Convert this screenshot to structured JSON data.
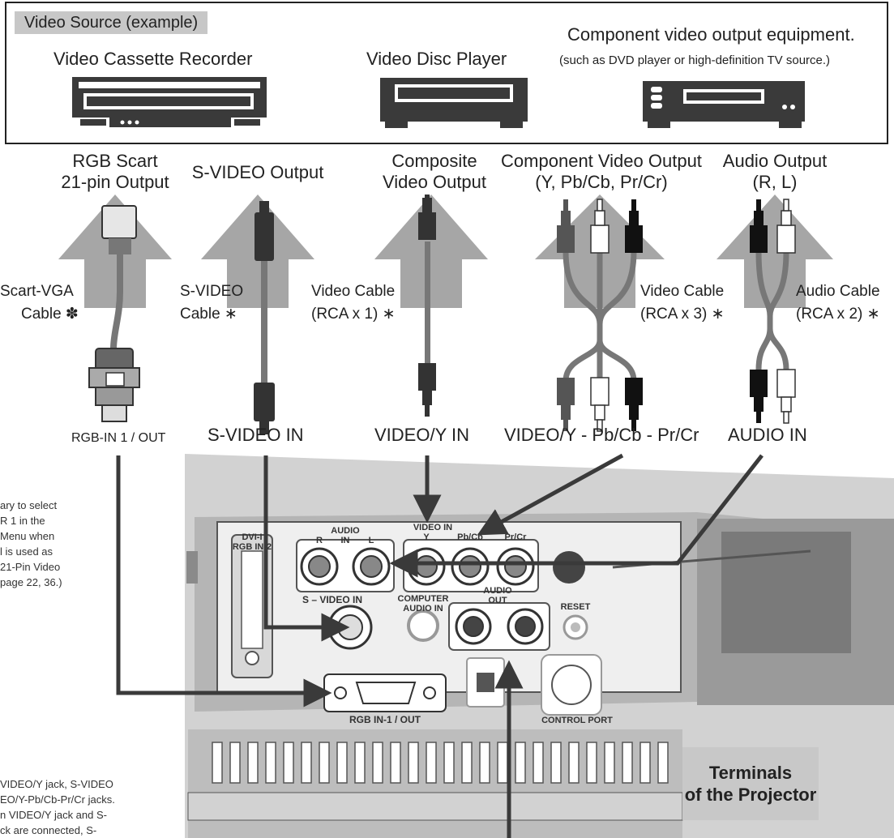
{
  "source_box": {
    "tag": "Video Source (example)",
    "devices": {
      "vcr": "Video Cassette Recorder",
      "disc": "Video Disc Player",
      "component": "Component video output equipment.",
      "component_note": "(such as DVD player or high-definition TV source.)"
    }
  },
  "outputs": {
    "scart_1": "RGB Scart",
    "scart_2": "21-pin Output",
    "svideo": "S-VIDEO Output",
    "composite_1": "Composite",
    "composite_2": "Video Output",
    "component_1": "Component Video Output",
    "component_2": "(Y, Pb/Cb, Pr/Cr)",
    "audio_1": "Audio Output",
    "audio_2": "(R, L)"
  },
  "cables": {
    "scart_1": "Scart-VGA",
    "scart_2": "Cable ✽",
    "svideo_1": "S-VIDEO",
    "svideo_2": "Cable ∗",
    "video1_1": "Video Cable",
    "video1_2": "(RCA x 1) ∗",
    "video3_1": "Video Cable",
    "video3_2": "(RCA x 3) ∗",
    "audio_1": "Audio Cable",
    "audio_2": "(RCA x 2) ∗"
  },
  "inputs": {
    "rgb": "RGB-IN 1 / OUT",
    "svideo": "S-VIDEO IN",
    "video": "VIDEO/Y IN",
    "component": "VIDEO/Y - Pb/Cb - Pr/Cr",
    "audio": "AUDIO IN"
  },
  "notes": {
    "left_1": "ary to select",
    "left_2": "R  1  in  the",
    "left_3": "Menu  when",
    "left_4": "l is used as",
    "left_5": "21-Pin Video",
    "left_6": "page 22, 36.)",
    "bottom_1": "VIDEO/Y jack, S-VIDEO",
    "bottom_2": "EO/Y-Pb/Cb-Pr/Cr jacks.",
    "bottom_3": "n  VIDEO/Y jack and S-",
    "bottom_4": "ck  are  connected,  S-"
  },
  "panel": {
    "dvi": "DVI-I",
    "rgb2": "RGB IN-2",
    "audio_in": "AUDIO",
    "audio_in_sub": "IN",
    "r": "R",
    "l": "L",
    "video_in": "VIDEO IN",
    "y": "Y",
    "pbcb": "Pb/Cb",
    "prcr": "Pr/Cr",
    "svideo_in": "S – VIDEO IN",
    "computer": "COMPUTER",
    "computer_audio": "AUDIO IN",
    "audio_out": "AUDIO",
    "audio_out_sub": "OUT",
    "reset": "RESET",
    "rgb_out": "RGB IN-1 / OUT",
    "control": "CONTROL PORT"
  },
  "terminals": {
    "line1": "Terminals",
    "line2": "of the Projector"
  }
}
